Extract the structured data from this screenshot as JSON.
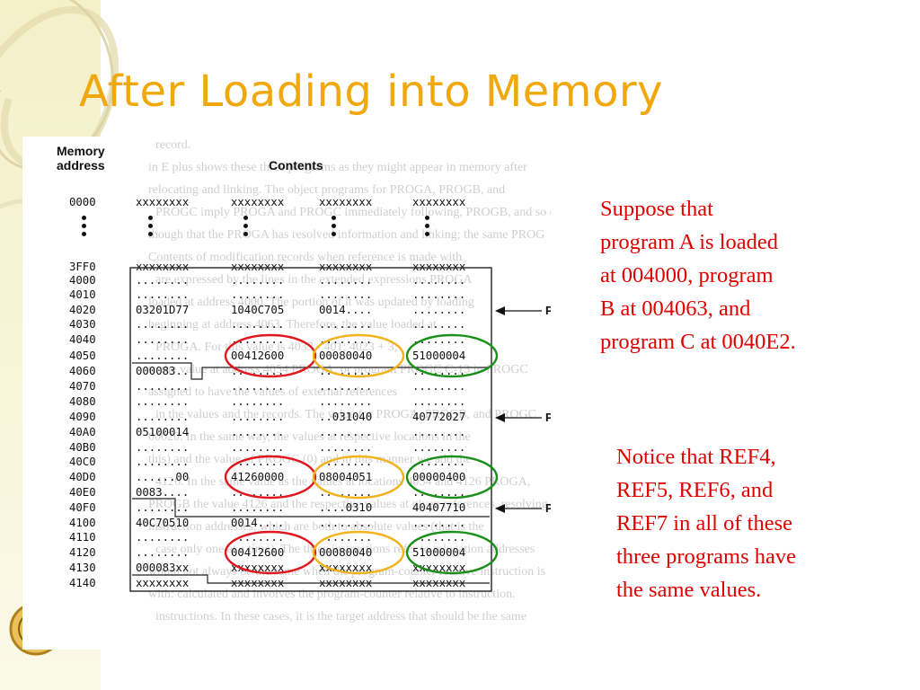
{
  "title": "After Loading into Memory",
  "colors": {
    "title": "#f0a80c",
    "note": "#e00000",
    "circle_red": "#e0171f",
    "circle_orange": "#f2b21c",
    "circle_green": "#1a8f1a"
  },
  "figure": {
    "header_address": [
      "Memory",
      "address"
    ],
    "header_contents": "Contents",
    "rows": [
      {
        "addr": "0000",
        "cells": [
          "xxxxxxxx",
          "xxxxxxxx",
          "xxxxxxxx",
          "xxxxxxxx"
        ]
      },
      {
        "addr": "3FF0",
        "cells": [
          "xxxxxxxx",
          "xxxxxxxx",
          "xxxxxxxx",
          "xxxxxxxx"
        ]
      },
      {
        "addr": "4000",
        "cells": [
          "........",
          "........",
          "........",
          "........"
        ]
      },
      {
        "addr": "4010",
        "cells": [
          "........",
          "........",
          "........",
          "........"
        ]
      },
      {
        "addr": "4020",
        "cells": [
          "03201D77",
          "1040C705",
          "0014....",
          "........"
        ]
      },
      {
        "addr": "4030",
        "cells": [
          "........",
          "........",
          "........",
          "........"
        ]
      },
      {
        "addr": "4040",
        "cells": [
          "........",
          "........",
          "........",
          "........"
        ]
      },
      {
        "addr": "4050",
        "cells": [
          "........",
          "00412600",
          "00080040",
          "51000004"
        ]
      },
      {
        "addr": "4060",
        "cells": [
          "000083..",
          "........",
          "........",
          "........"
        ]
      },
      {
        "addr": "4070",
        "cells": [
          "........",
          "........",
          "........",
          "........"
        ]
      },
      {
        "addr": "4080",
        "cells": [
          "........",
          "........",
          "........",
          "........"
        ]
      },
      {
        "addr": "4090",
        "cells": [
          "........",
          "........",
          "..031040",
          "40772027"
        ]
      },
      {
        "addr": "40A0",
        "cells": [
          "05100014",
          "........",
          "........",
          "........"
        ]
      },
      {
        "addr": "40B0",
        "cells": [
          "........",
          "........",
          "........",
          "........"
        ]
      },
      {
        "addr": "40C0",
        "cells": [
          "........",
          "........",
          "........",
          "........"
        ]
      },
      {
        "addr": "40D0",
        "cells": [
          "......00",
          "41260000",
          "08004051",
          "00000400"
        ]
      },
      {
        "addr": "40E0",
        "cells": [
          "0083....",
          "........",
          "........",
          "........"
        ]
      },
      {
        "addr": "40F0",
        "cells": [
          "........",
          "........",
          "....0310",
          "40407710"
        ]
      },
      {
        "addr": "4100",
        "cells": [
          "40C70510",
          "0014....",
          "........",
          "........"
        ]
      },
      {
        "addr": "4110",
        "cells": [
          "........",
          "........",
          "........",
          "........"
        ]
      },
      {
        "addr": "4120",
        "cells": [
          "........",
          "00412600",
          "00080040",
          "51000004"
        ]
      },
      {
        "addr": "4130",
        "cells": [
          "000083xx",
          "xxxxxxxx",
          "xxxxxxxx",
          "xxxxxxxx"
        ]
      },
      {
        "addr": "4140",
        "cells": [
          "xxxxxxxx",
          "xxxxxxxx",
          "xxxxxxxx",
          "xxxxxxxx"
        ]
      }
    ],
    "program_labels": [
      "PROGA",
      "PROGB",
      "PROGC"
    ],
    "background_text": [
      "record.",
      "in E plus shows these three programs as they might appear in memory after",
      "relocating and linking. The object programs for PROGA, PROGB, and",
      "PROGC imply PROGA and PROGC immediately following, PROGB, and so on of",
      "though that the PROGA has resolved information and linking; the same PROG",
      "Contents of modification records when reference is made with",
      "are expressed by the lines in the extended expressions PROGA",
      "loaded at address 4000. The portion of it was updated by loading",
      "beginning at address 4063. Therefore, the value loaded at",
      "PROGA. For this value is 4033 - 401; 4023 + 3;",
      "to the value at address 4054 PROGA, or program PROGC C-13 in PROGC",
      "assigned to have the values of external references",
      "in the values and the records. The value for PROGA, PROGB, and PROGC",
      "00020. In the same way, the values at respective locations in the",
      "this) and the value of PROGC (0) and in this manner we add the",
      "4126. In the same value as the values at locations 4054 and 4126 PROGA,",
      "PROGB the value 4126 and the respective values at given references, resolving",
      "instruction addresses, which are both to absolute values (that is the",
      "case only one at a time). The three instructions refer to relocation addresses",
      "would not always be the same when the program-counter relative instruction is",
      "with: calculated and involves the program-counter relative to instruction.",
      "instructions. In these cases, it is the target address that should be the same"
    ]
  },
  "annotations": [
    {
      "ring": "red",
      "row": 7,
      "col": 1
    },
    {
      "ring": "orange",
      "row": 7,
      "col": 2
    },
    {
      "ring": "green",
      "row": 7,
      "col": 3
    },
    {
      "ring": "red",
      "row": 15,
      "col": 1
    },
    {
      "ring": "orange",
      "row": 15,
      "col": 2
    },
    {
      "ring": "green",
      "row": 15,
      "col": 3
    },
    {
      "ring": "red",
      "row": 20,
      "col": 1
    },
    {
      "ring": "orange",
      "row": 20,
      "col": 2
    },
    {
      "ring": "green",
      "row": 20,
      "col": 3
    }
  ],
  "note_1": [
    "Suppose that",
    "program A is loaded",
    "at 004000, program",
    "B at 004063, and",
    "program C at 0040E2."
  ],
  "note_2": [
    "Notice that REF4,",
    "REF5, REF6, and",
    "REF7 in all of these",
    "three programs have",
    "the same values."
  ]
}
